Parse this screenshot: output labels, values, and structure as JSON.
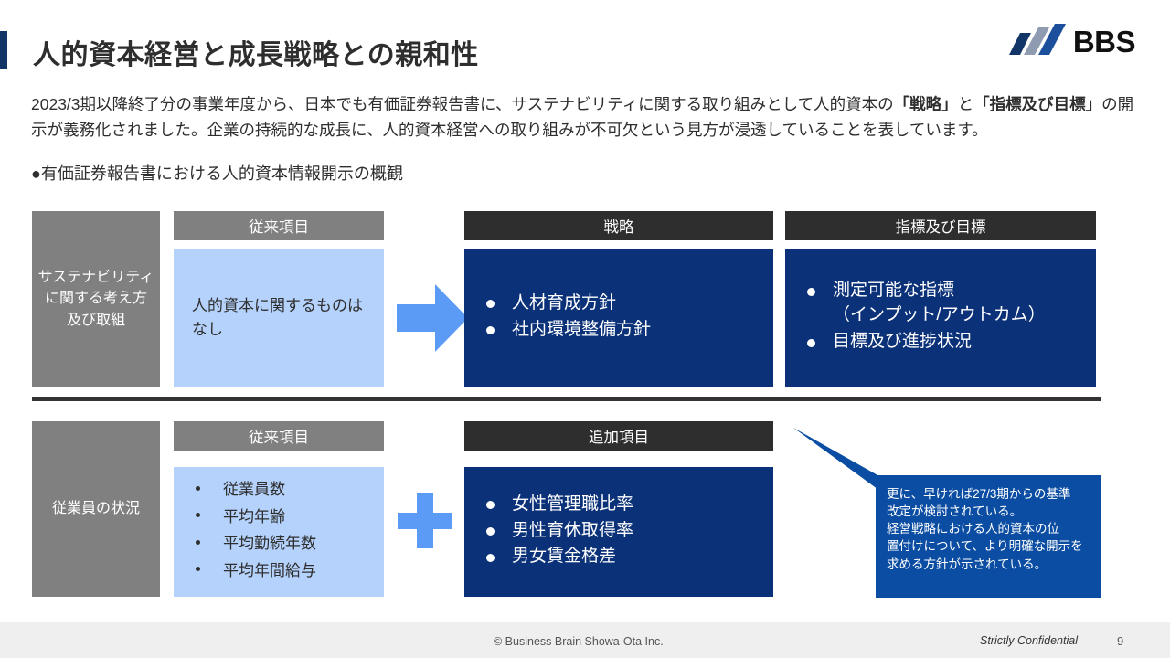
{
  "slide": {
    "title": "人的資本経営と成長戦略との親和性",
    "page_number": "9",
    "accent_color": "#123567"
  },
  "logo": {
    "text": "BBS",
    "mark_name": "bbs-three-bars-mark",
    "bar_colors": [
      "#123567",
      "#8e9bb0",
      "#1b4f9c"
    ]
  },
  "lead": {
    "part1": "2023/3期以降終了分の事業年度から、日本でも有価証券報告書に、サステナビリティに関する取り組みとして人的資本の",
    "bold1": "「戦略」",
    "part2": "と",
    "bold2": "「指標及び目標」",
    "part3": "の開示が義務化されました。企業の持続的な成長に、人的資本経営への取り組みが不可欠という見方が浸透していることを表しています。"
  },
  "section_heading": "●有価証券報告書における人的資本情報開示の概観",
  "row1": {
    "category": "サステナビリティ\nに関する考え方\n及び取組",
    "legacy_header": "従来項目",
    "legacy_body": "人的資本に関するものはなし",
    "arrow_name": "right-arrow-icon",
    "strategy_header": "戦略",
    "strategy_items": [
      "人材育成方針",
      "社内環境整備方針"
    ],
    "kpi_header": "指標及び目標",
    "kpi_items": [
      {
        "line1": "測定可能な指標",
        "line2": "（インプット/アウトカム）"
      },
      {
        "line1": "目標及び進捗状況",
        "line2": ""
      }
    ]
  },
  "row2": {
    "category": "従業員の状況",
    "legacy_header": "従来項目",
    "legacy_items": [
      "従業員数",
      "平均年齢",
      "平均勤続年数",
      "平均年間給与"
    ],
    "plus_name": "plus-icon",
    "additional_header": "追加項目",
    "additional_items": [
      "女性管理職比率",
      "男性育休取得率",
      "男女賃金格差"
    ]
  },
  "callout": {
    "line1": "更に、早ければ27/3期からの基準",
    "line2": "改定が検討されている。",
    "line3": "経営戦略における人的資本の位",
    "line4": "置付けについて、より明確な開示を",
    "line5": "求める方針が示されている。"
  },
  "footer": {
    "copyright": "© Business Brain Showa-Ota Inc.",
    "confidential": "Strictly Confidential"
  },
  "colors": {
    "navy": "#0b3178",
    "light_blue": "#b4d2fb",
    "accent_blue": "#5b9bf5",
    "gray": "#808080",
    "dark": "#2e2e2e",
    "callout_blue": "#0b4da2"
  }
}
